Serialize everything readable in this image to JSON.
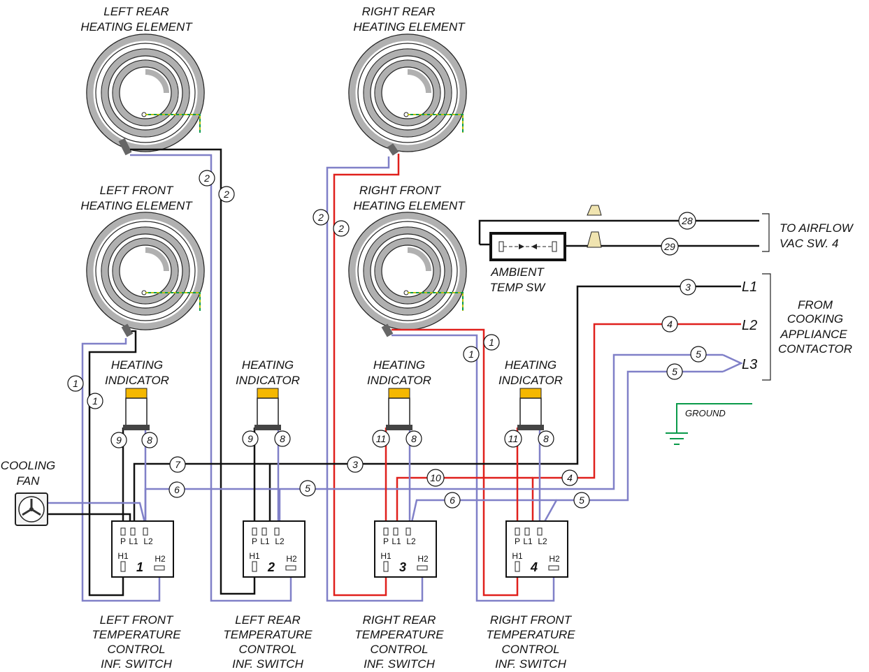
{
  "elements": {
    "left_rear": [
      "LEFT REAR",
      "HEATING ELEMENT"
    ],
    "right_rear": [
      "RIGHT REAR",
      "HEATING ELEMENT"
    ],
    "left_front": [
      "LEFT FRONT",
      "HEATING ELEMENT"
    ],
    "right_front": [
      "RIGHT FRONT",
      "HEATING ELEMENT"
    ]
  },
  "indicator_label": [
    "HEATING",
    "INDICATOR"
  ],
  "cooling_fan": [
    "COOLING",
    "FAN"
  ],
  "ambient_switch": [
    "AMBIENT",
    "TEMP SW"
  ],
  "airflow": [
    "TO AIRFLOW",
    "VAC SW. 4"
  ],
  "contactor": [
    "FROM",
    "COOKING",
    "APPLIANCE",
    "CONTACTOR"
  ],
  "ground": "GROUND",
  "lines": {
    "l1": "L1",
    "l2": "L2",
    "l3": "L3"
  },
  "switches": [
    {
      "num": "1",
      "label": [
        "LEFT FRONT",
        "TEMPERATURE",
        "CONTROL",
        "INF. SWITCH"
      ]
    },
    {
      "num": "2",
      "label": [
        "LEFT REAR",
        "TEMPERATURE",
        "CONTROL",
        "INF. SWITCH"
      ]
    },
    {
      "num": "3",
      "label": [
        "RIGHT REAR",
        "TEMPERATURE",
        "CONTROL",
        "INF. SWITCH"
      ]
    },
    {
      "num": "4",
      "label": [
        "RIGHT FRONT",
        "TEMPERATURE",
        "CONTROL",
        "INF. SWITCH"
      ]
    }
  ],
  "terminals": {
    "p": "P",
    "l1": "L1",
    "l2": "L2",
    "h1": "H1",
    "h2": "H2"
  },
  "wire_numbers": {
    "w1": "1",
    "w2": "2",
    "w3": "3",
    "w4": "4",
    "w5": "5",
    "w6": "6",
    "w7": "7",
    "w8": "8",
    "w9": "9",
    "w10": "10",
    "w11": "11",
    "w28": "28",
    "w29": "29"
  },
  "colors": {
    "black": "#111111",
    "red": "#e0201c",
    "violet": "#8080c8",
    "ground": "#0a9a4a",
    "coil": "#a8a8a8",
    "lamp": "#f5b800"
  }
}
